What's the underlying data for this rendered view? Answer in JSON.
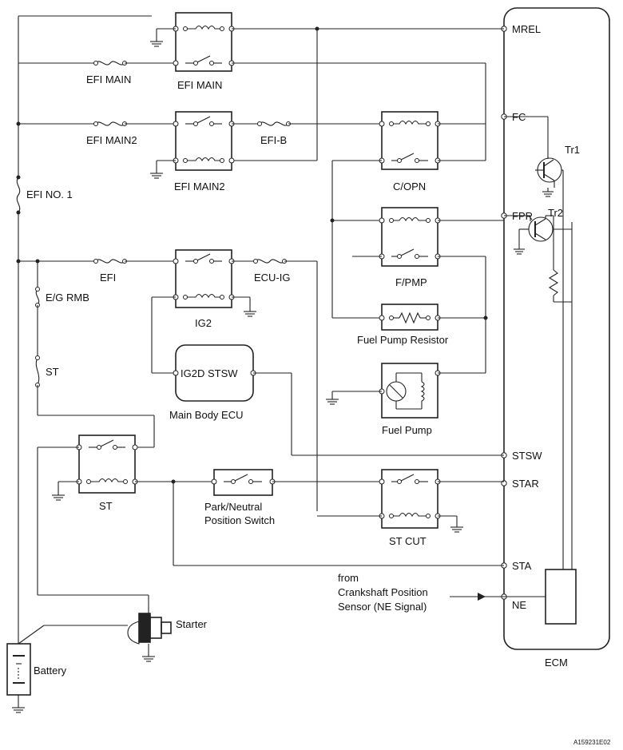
{
  "relays": {
    "efi_main": "EFI MAIN",
    "efi_main2": "EFI MAIN2",
    "c_opn": "C/OPN",
    "f_pmp": "F/PMP",
    "ig2": "IG2",
    "st": "ST",
    "st_cut": "ST CUT"
  },
  "fuses": {
    "efi_main": "EFI MAIN",
    "efi_main2": "EFI MAIN2",
    "efi_b": "EFI-B",
    "efi_no1": "EFI NO. 1",
    "efi": "EFI",
    "ecu_ig": "ECU-IG",
    "eg_rmb": "E/G RMB",
    "st": "ST"
  },
  "components": {
    "fuel_pump_resistor": "Fuel Pump Resistor",
    "fuel_pump": "Fuel Pump",
    "main_body_ecu_inner": "IG2D STSW",
    "main_body_ecu": "Main Body ECU",
    "park_neutral_line1": "Park/Neutral",
    "park_neutral_line2": "Position Switch",
    "starter": "Starter",
    "battery": "Battery"
  },
  "ecm": {
    "name": "ECM",
    "terminals": [
      "MREL",
      "FC",
      "FPR",
      "STSW",
      "STAR",
      "STA",
      "NE"
    ],
    "transistors": [
      "Tr1",
      "Tr2"
    ]
  },
  "sensor_note": [
    "from",
    "Crankshaft Position",
    "Sensor (NE Signal)"
  ],
  "figure_id": "A159231E02"
}
